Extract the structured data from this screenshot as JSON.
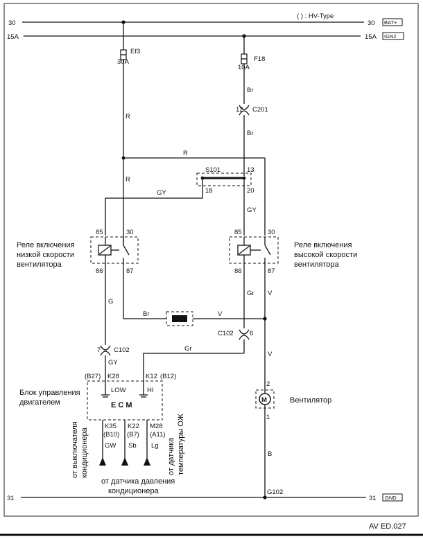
{
  "legend": "( ) : HV-Type",
  "rails": {
    "bat": {
      "left": "30",
      "right": "30",
      "tag": "BAT+"
    },
    "ign": {
      "left": "15A",
      "right": "15A",
      "tag": "IGN2"
    },
    "gnd": {
      "left": "31",
      "right": "31",
      "tag": "GND"
    }
  },
  "fuses": {
    "ef3": {
      "name": "Ef3",
      "rating": "30A"
    },
    "f18": {
      "name": "F18",
      "rating": "10A"
    }
  },
  "connectors": {
    "c201": {
      "name": "C201",
      "pin": "12"
    },
    "s101": {
      "name": "S101",
      "pin_in": "13",
      "pin_out1": "18",
      "pin_out2": "20"
    },
    "c102_left": {
      "name": "C102",
      "pin": "7"
    },
    "c102_right": {
      "name": "C102",
      "pin": "6"
    },
    "g102": "G102"
  },
  "wire_colors": {
    "r1": "R",
    "r2": "R",
    "r3": "R",
    "br_top": "Br",
    "br_c201": "Br",
    "br_mid": "Br",
    "gy_s101": "GY",
    "gy_right": "GY",
    "gy_ecm": "GY",
    "g": "G",
    "gr_relay": "Gr",
    "gr_ecm": "Gr",
    "v_mid": "V",
    "v_87": "V",
    "v_motor": "V",
    "b": "B",
    "gw": "GW",
    "sb": "Sb",
    "lg": "Lg"
  },
  "relay_low": {
    "label": [
      "Реле включения",
      "низкой скорости",
      "вентилятора"
    ],
    "pins": {
      "p85": "85",
      "p30": "30",
      "p86": "86",
      "p87": "87"
    }
  },
  "relay_high": {
    "label": [
      "Реле включения",
      "высокой скорости",
      "вентилятора"
    ],
    "pins": {
      "p85": "85",
      "p30": "30",
      "p86": "86",
      "p87": "87"
    }
  },
  "ecm": {
    "title": "E C M",
    "label": [
      "Блок управления",
      "двигателем"
    ],
    "pin_low": {
      "hv": "(B27)",
      "pin": "K28",
      "name": "LOW"
    },
    "pin_hi": {
      "pin": "K12",
      "hv": "(B12)",
      "name": "HI"
    },
    "inputs": [
      {
        "pin": "K35",
        "hv": "(B10)",
        "wire": "GW"
      },
      {
        "pin": "K22",
        "hv": "(B7)",
        "wire": "Sb"
      },
      {
        "pin": "M28",
        "hv": "(A11)",
        "wire": "Lg"
      }
    ]
  },
  "motor": {
    "label": "Вентилятор",
    "symbol": "M",
    "pin_top": "2",
    "pin_bottom": "1"
  },
  "sources": {
    "ac_switch": [
      "от выключателя",
      "кондиционера"
    ],
    "ac_pressure": [
      "от датчика давления",
      "кондиционера"
    ],
    "coolant_temp": [
      "от датчика",
      "температуры ОЖ"
    ]
  },
  "figure_code": "AV ED.027"
}
